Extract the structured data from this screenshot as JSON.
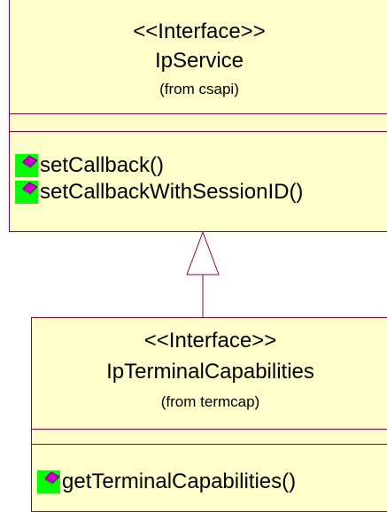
{
  "classes": [
    {
      "stereotype": "<<Interface>>",
      "name": "IpService",
      "from": "(from csapi)",
      "operations": [
        "setCallback()",
        "setCallbackWithSessionID()"
      ]
    },
    {
      "stereotype": "<<Interface>>",
      "name": "IpTerminalCapabilities",
      "from": "(from termcap)",
      "operations": [
        "getTerminalCapabilities()"
      ]
    }
  ],
  "relationship": {
    "type": "generalization",
    "from": "IpTerminalCapabilities",
    "to": "IpService"
  },
  "colors": {
    "class_fill": "#ffffcc",
    "class_border": "#990033",
    "operation_icon_bg": "#00ff00",
    "operation_icon_diamond": "#cc00cc"
  }
}
